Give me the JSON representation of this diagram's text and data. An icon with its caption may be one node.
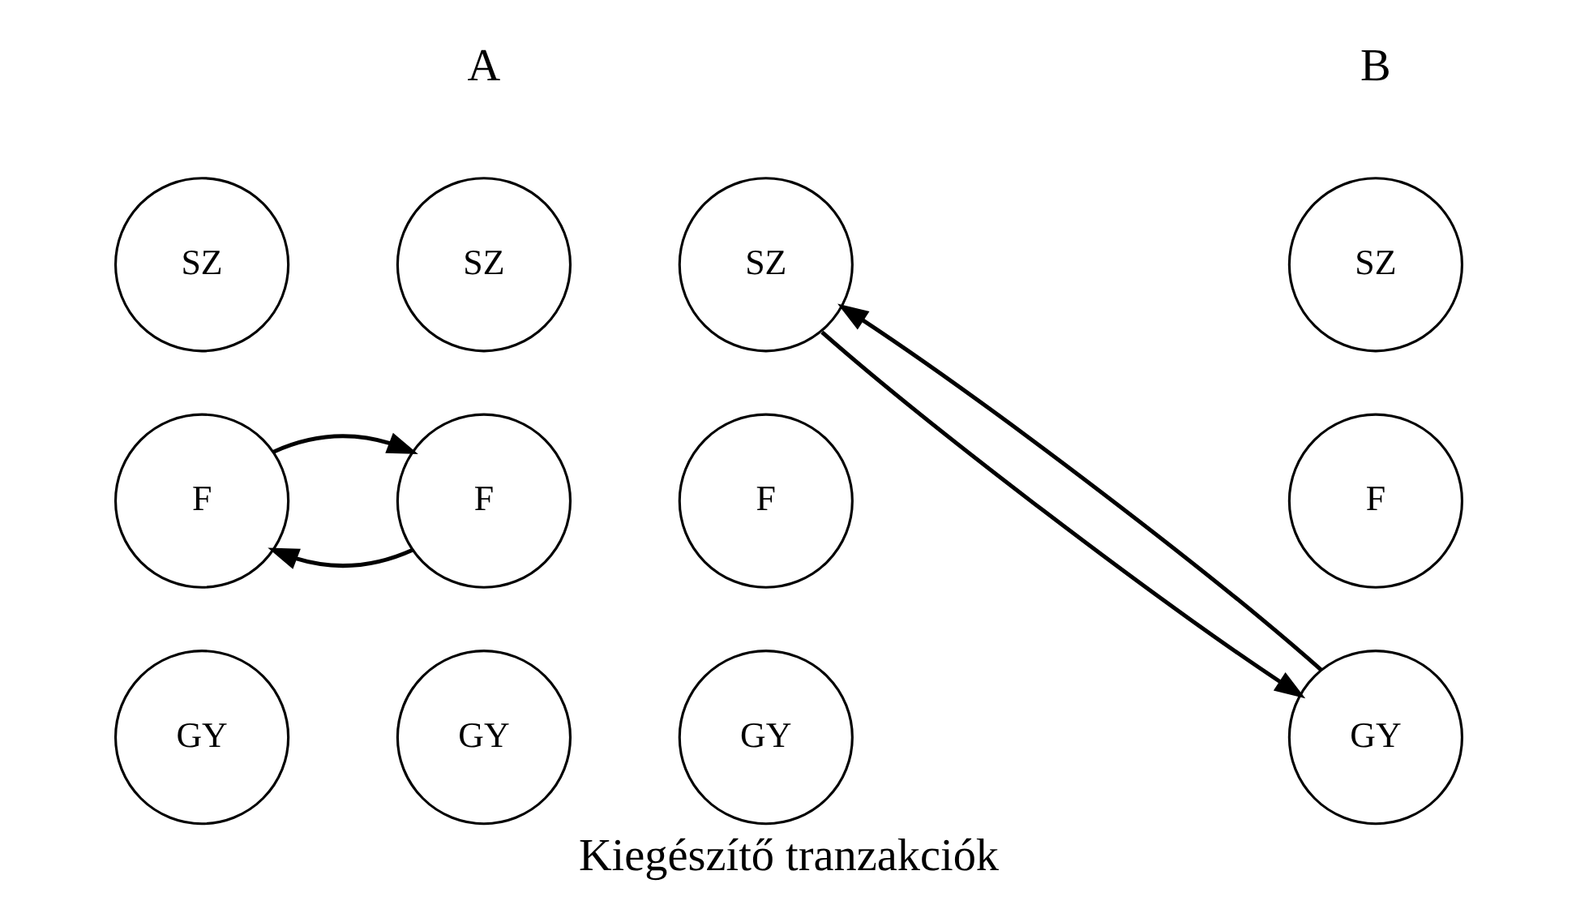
{
  "diagram": {
    "caption": "Kiegészítő tranzakciók",
    "nodes": [
      {
        "text": [
          "SZ"
        ]
      },
      {
        "text": [
          "SZ"
        ]
      },
      {
        "text": [
          "F"
        ]
      },
      {
        "text": [
          "F"
        ]
      },
      {
        "text": [
          "GY"
        ]
      },
      {
        "text": [
          "GY"
        ]
      },
      {
        "text": [
          "SZ"
        ]
      },
      {
        "text": [
          "SZ"
        ]
      },
      {
        "text": [
          "F"
        ]
      },
      {
        "text": [
          "F"
        ]
      },
      {
        "text": [
          "GY"
        ]
      },
      {
        "text": [
          "GY"
        ]
      }
    ],
    "edges": [
      {
        "from": 2,
        "to": 3,
        "arrow": "to"
      },
      {
        "from": 3,
        "to": 2,
        "arrow": "to"
      },
      {
        "from": 10,
        "to": 7,
        "arrow": "to"
      },
      {
        "from": 7,
        "to": 10,
        "arrow": "to"
      }
    ],
    "labels": [
      "A",
      "B"
    ]
  }
}
